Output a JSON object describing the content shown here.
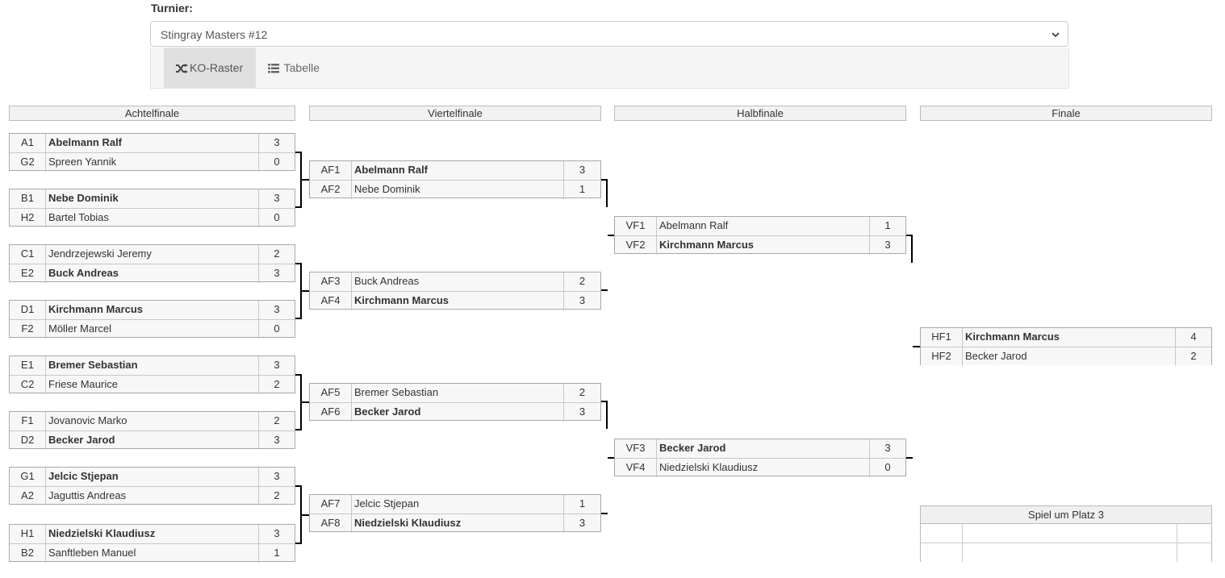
{
  "turnier_label": "Turnier:",
  "select": {
    "value": "Stingray Masters #12"
  },
  "tabs": [
    {
      "label": "KO-Raster",
      "icon": "shuffle-icon",
      "active": true
    },
    {
      "label": "Tabelle",
      "icon": "list-icon",
      "active": false
    }
  ],
  "rounds": [
    "Achtelfinale",
    "Viertelfinale",
    "Halbfinale",
    "Finale"
  ],
  "achtelfinale": [
    {
      "seed1": "A1",
      "name1": "Abelmann Ralf",
      "score1": "3",
      "seed2": "G2",
      "name2": "Spreen Yannik",
      "score2": "0"
    },
    {
      "seed1": "B1",
      "name1": "Nebe Dominik",
      "score1": "3",
      "seed2": "H2",
      "name2": "Bartel Tobias",
      "score2": "0"
    },
    {
      "seed1": "C1",
      "name1": "Jendrzejewski Jeremy",
      "score1": "2",
      "seed2": "E2",
      "name2": "Buck Andreas",
      "score2": "3"
    },
    {
      "seed1": "D1",
      "name1": "Kirchmann Marcus",
      "score1": "3",
      "seed2": "F2",
      "name2": "Möller Marcel",
      "score2": "0"
    },
    {
      "seed1": "E1",
      "name1": "Bremer Sebastian",
      "score1": "3",
      "seed2": "C2",
      "name2": "Friese Maurice",
      "score2": "2"
    },
    {
      "seed1": "F1",
      "name1": "Jovanovic Marko",
      "score1": "2",
      "seed2": "D2",
      "name2": "Becker Jarod",
      "score2": "3"
    },
    {
      "seed1": "G1",
      "name1": "Jelcic Stjepan",
      "score1": "3",
      "seed2": "A2",
      "name2": "Jaguttis Andreas",
      "score2": "2"
    },
    {
      "seed1": "H1",
      "name1": "Niedzielski Klaudiusz",
      "score1": "3",
      "seed2": "B2",
      "name2": "Sanftleben Manuel",
      "score2": "1"
    }
  ],
  "viertelfinale": [
    {
      "seed1": "AF1",
      "name1": "Abelmann Ralf",
      "score1": "3",
      "seed2": "AF2",
      "name2": "Nebe Dominik",
      "score2": "1"
    },
    {
      "seed1": "AF3",
      "name1": "Buck Andreas",
      "score1": "2",
      "seed2": "AF4",
      "name2": "Kirchmann Marcus",
      "score2": "3"
    },
    {
      "seed1": "AF5",
      "name1": "Bremer Sebastian",
      "score1": "2",
      "seed2": "AF6",
      "name2": "Becker Jarod",
      "score2": "3"
    },
    {
      "seed1": "AF7",
      "name1": "Jelcic Stjepan",
      "score1": "1",
      "seed2": "AF8",
      "name2": "Niedzielski Klaudiusz",
      "score2": "3"
    }
  ],
  "halbfinale": [
    {
      "seed1": "VF1",
      "name1": "Abelmann Ralf",
      "score1": "1",
      "seed2": "VF2",
      "name2": "Kirchmann Marcus",
      "score2": "3"
    },
    {
      "seed1": "VF3",
      "name1": "Becker Jarod",
      "score1": "3",
      "seed2": "VF4",
      "name2": "Niedzielski Klaudiusz",
      "score2": "0"
    }
  ],
  "finale": [
    {
      "seed1": "HF1",
      "name1": "Kirchmann Marcus",
      "score1": "4",
      "seed2": "HF2",
      "name2": "Becker Jarod",
      "score2": "2"
    }
  ],
  "platz3_title": "Spiel um Platz 3"
}
